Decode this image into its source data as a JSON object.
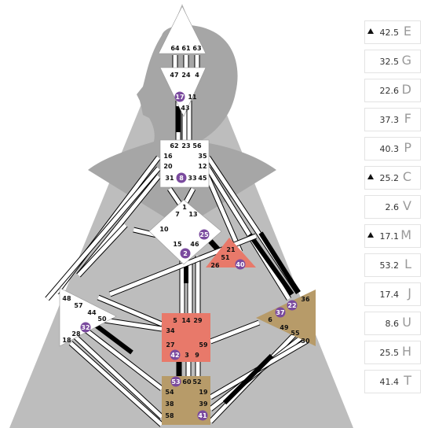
{
  "palette": {
    "sky": "#bdbdbd",
    "head": "#a6a6a6",
    "line": "#000000",
    "pink": "#e8796a",
    "tan": "#b79b69",
    "gateCircle": "#7a4a9e",
    "white": "#ffffff"
  },
  "centers": {
    "head": [
      "64",
      "61",
      "63"
    ],
    "ajna": [
      "47",
      "24",
      "4",
      "17",
      "11",
      "43"
    ],
    "throat": [
      "62",
      "23",
      "56",
      "16",
      "35",
      "20",
      "12",
      "31",
      "8",
      "33",
      "45"
    ],
    "g": [
      "1",
      "7",
      "13",
      "10",
      "25",
      "15",
      "2",
      "46"
    ],
    "ego": [
      "21",
      "51",
      "26",
      "40"
    ],
    "spleen": [
      "48",
      "57",
      "44",
      "50",
      "32",
      "28",
      "18"
    ],
    "sacral": [
      "5",
      "14",
      "29",
      "34",
      "27",
      "59",
      "42",
      "3",
      "9"
    ],
    "solar": [
      "36",
      "22",
      "37",
      "6",
      "49",
      "55",
      "30"
    ],
    "root": [
      "53",
      "60",
      "52",
      "54",
      "19",
      "38",
      "39",
      "58",
      "41"
    ]
  },
  "variables": [
    {
      "value": "42.5",
      "letter": "E",
      "arrow": true
    },
    {
      "value": "32.5",
      "letter": "G",
      "arrow": false
    },
    {
      "value": "22.6",
      "letter": "D",
      "arrow": false
    },
    {
      "value": "37.3",
      "letter": "F",
      "arrow": false
    },
    {
      "value": "40.3",
      "letter": "P",
      "arrow": false
    },
    {
      "value": "25.2",
      "letter": "C",
      "arrow": true
    },
    {
      "value": "2.6",
      "letter": "V",
      "arrow": false
    },
    {
      "value": "17.1",
      "letter": "M",
      "arrow": true
    },
    {
      "value": "53.2",
      "letter": "L",
      "arrow": false
    },
    {
      "value": "17.4",
      "letter": "J",
      "arrow": false
    },
    {
      "value": "8.6",
      "letter": "U",
      "arrow": false
    },
    {
      "value": "25.5",
      "letter": "H",
      "arrow": false
    },
    {
      "value": "41.4",
      "letter": "T",
      "arrow": false
    }
  ]
}
